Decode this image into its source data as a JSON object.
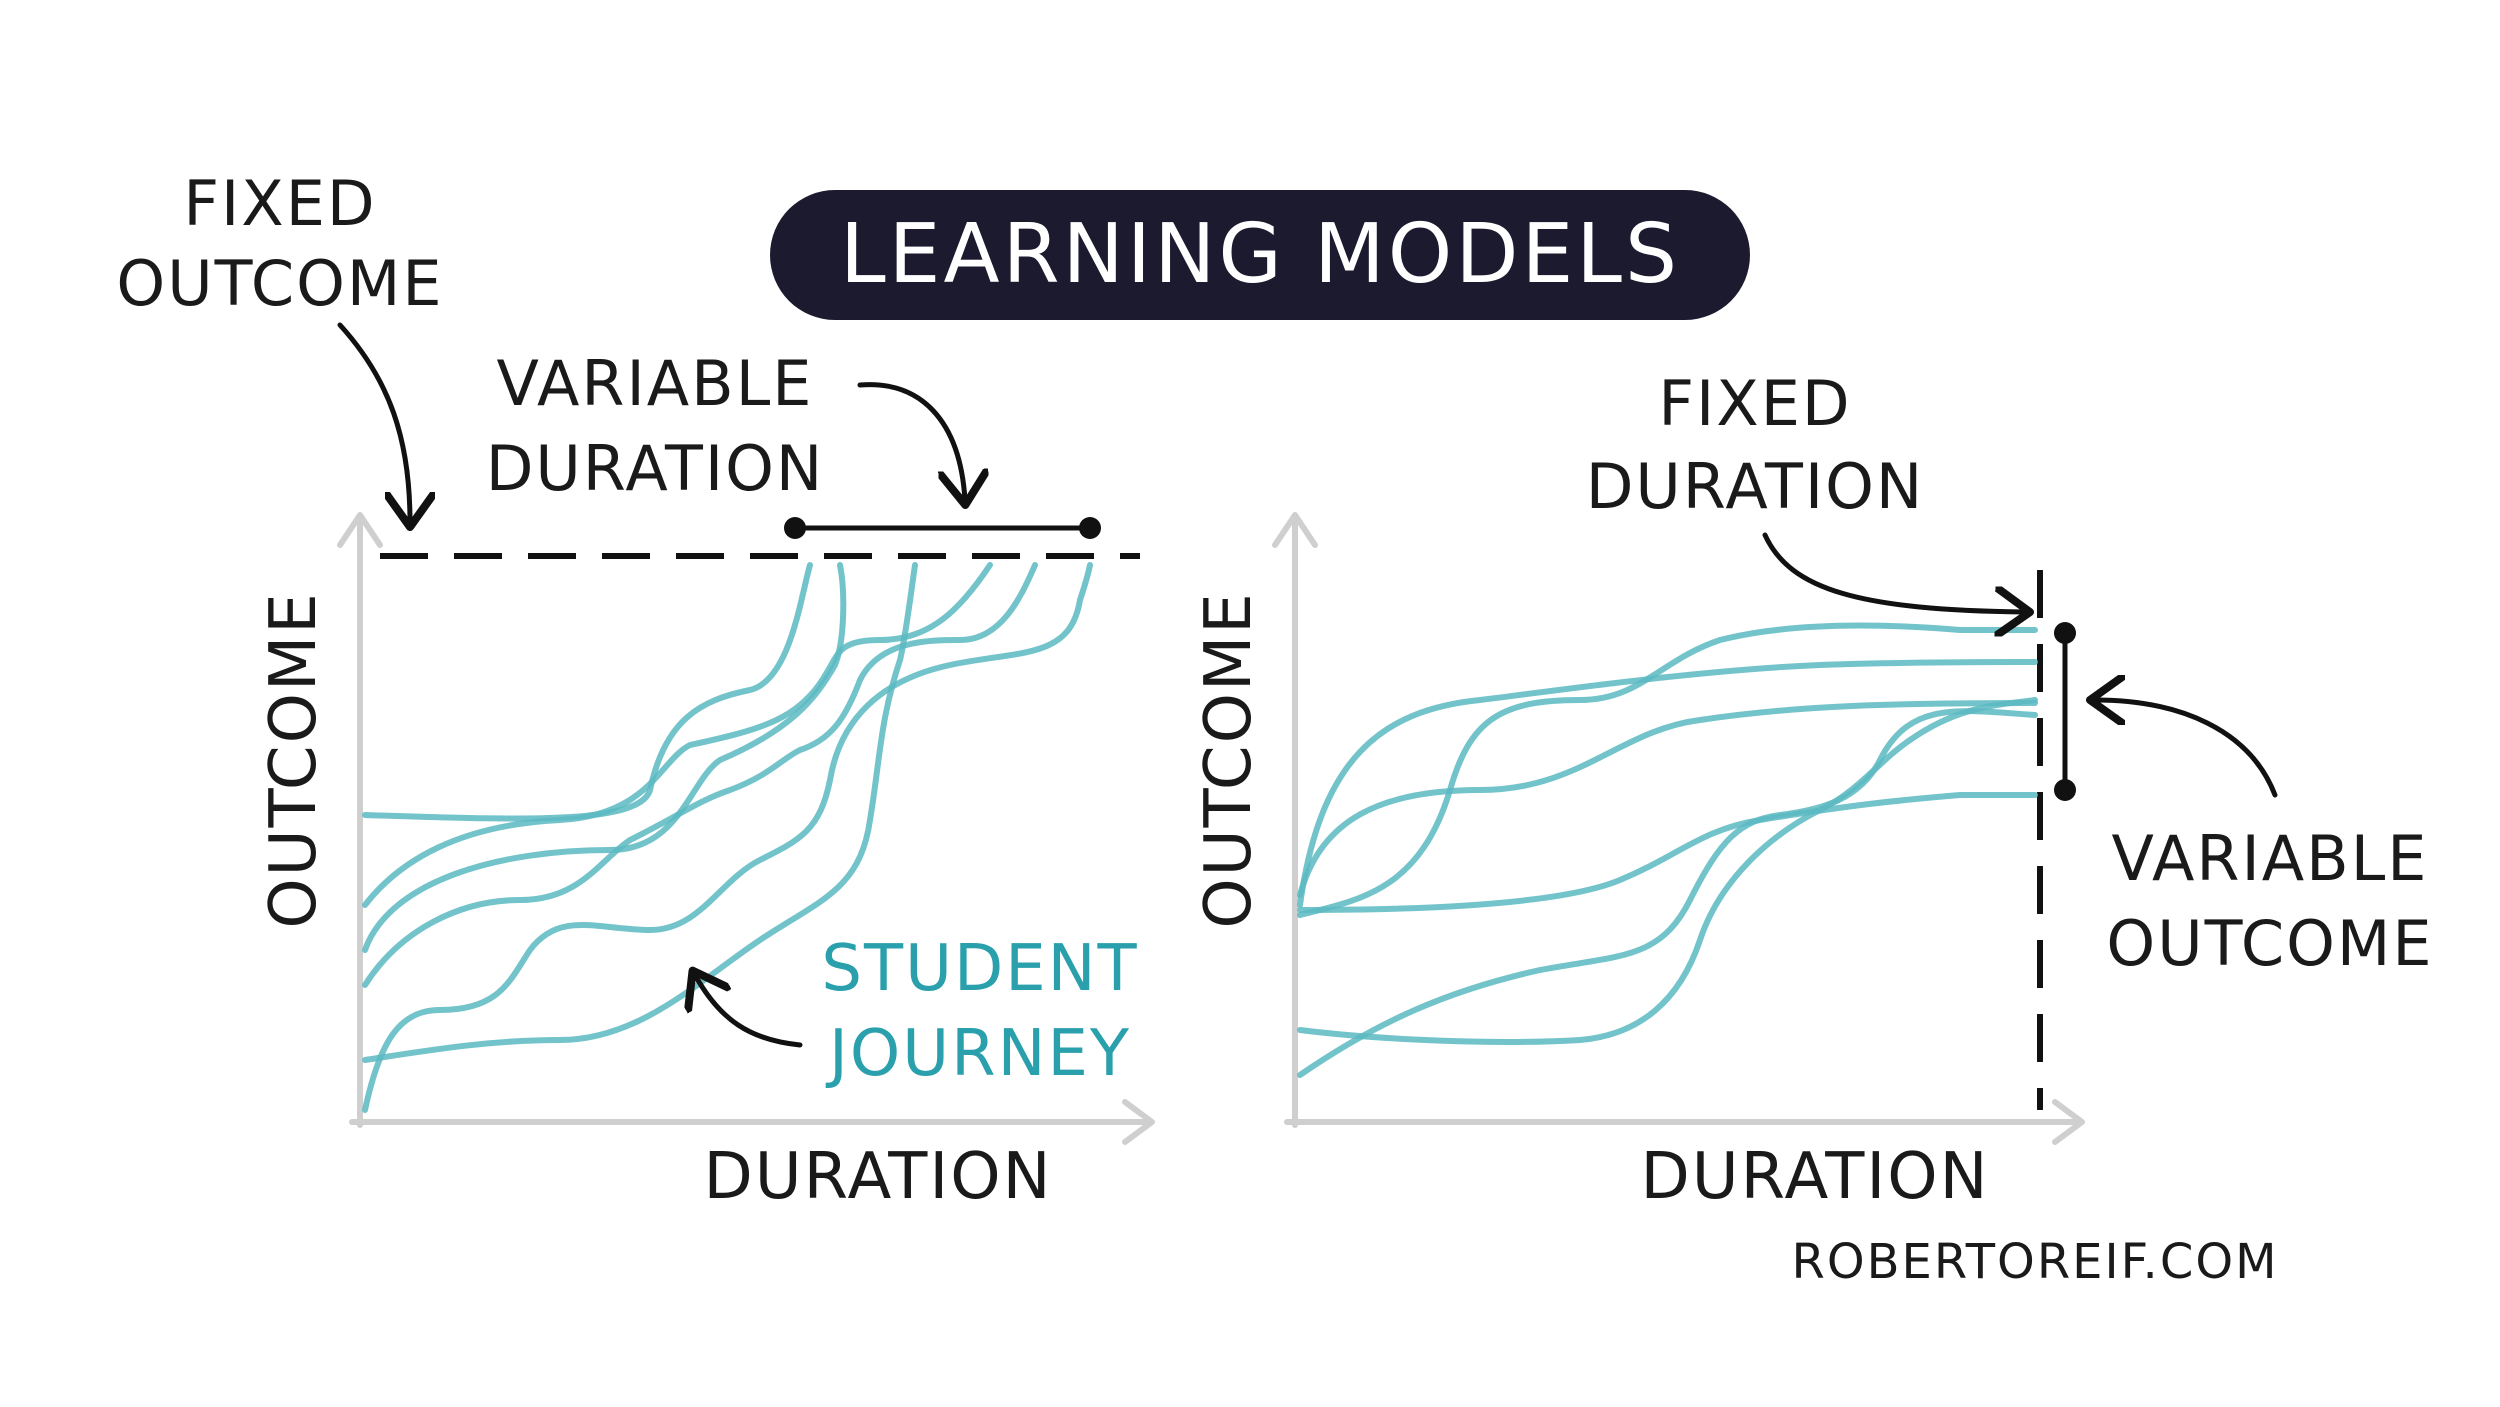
{
  "title": "LEARNING MODELS",
  "left_diagram": {
    "label_fixed_outcome_line1": "FIXED",
    "label_fixed_outcome_line2": "OUTCOME",
    "label_variable_duration_line1": "VARIABLE",
    "label_variable_duration_line2": "DURATION",
    "y_axis_label": "OUTCOME",
    "x_axis_label": "DURATION",
    "label_student_journey_line1": "STUDENT",
    "label_student_journey_line2": "JOURNEY"
  },
  "right_diagram": {
    "label_fixed_duration_line1": "FIXED",
    "label_fixed_duration_line2": "DURATION",
    "label_variable_outcome_line1": "VARIABLE",
    "label_variable_outcome_line2": "OUTCOME",
    "y_axis_label": "OUTCOME",
    "x_axis_label": "DURATION"
  },
  "credit": "ROBERTOREIF.COM",
  "colors": {
    "ink": "#111111",
    "journey": "#5bb9c2",
    "journey_label": "#2aa0ac",
    "axis": "#cfcfcf",
    "title_bg": "#1c1a2e"
  }
}
